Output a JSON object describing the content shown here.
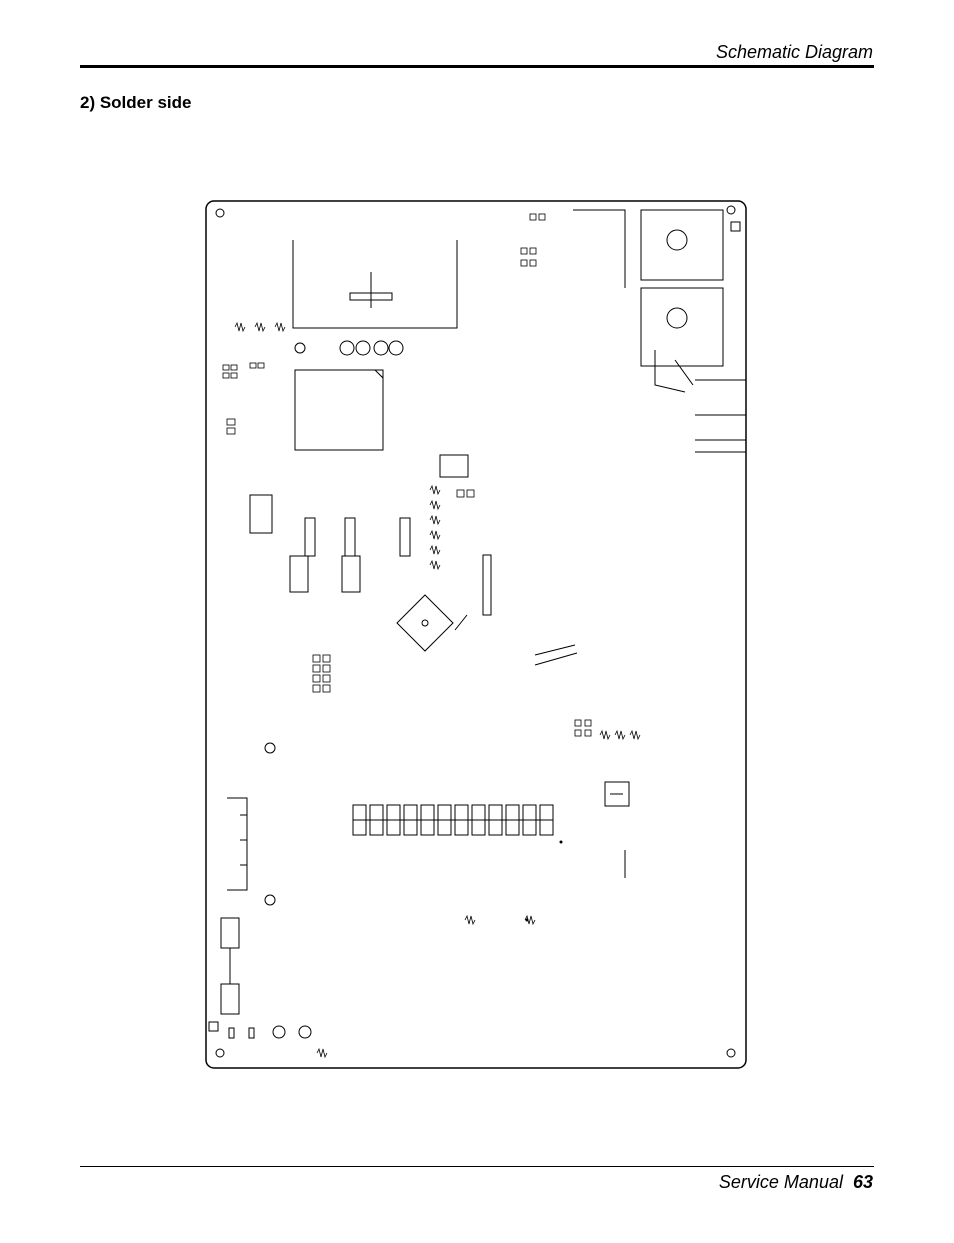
{
  "header": {
    "title": "Schematic Diagram"
  },
  "section": {
    "title": "2) Solder side"
  },
  "footer": {
    "manual_label": "Service Manual",
    "page_number": "63"
  }
}
